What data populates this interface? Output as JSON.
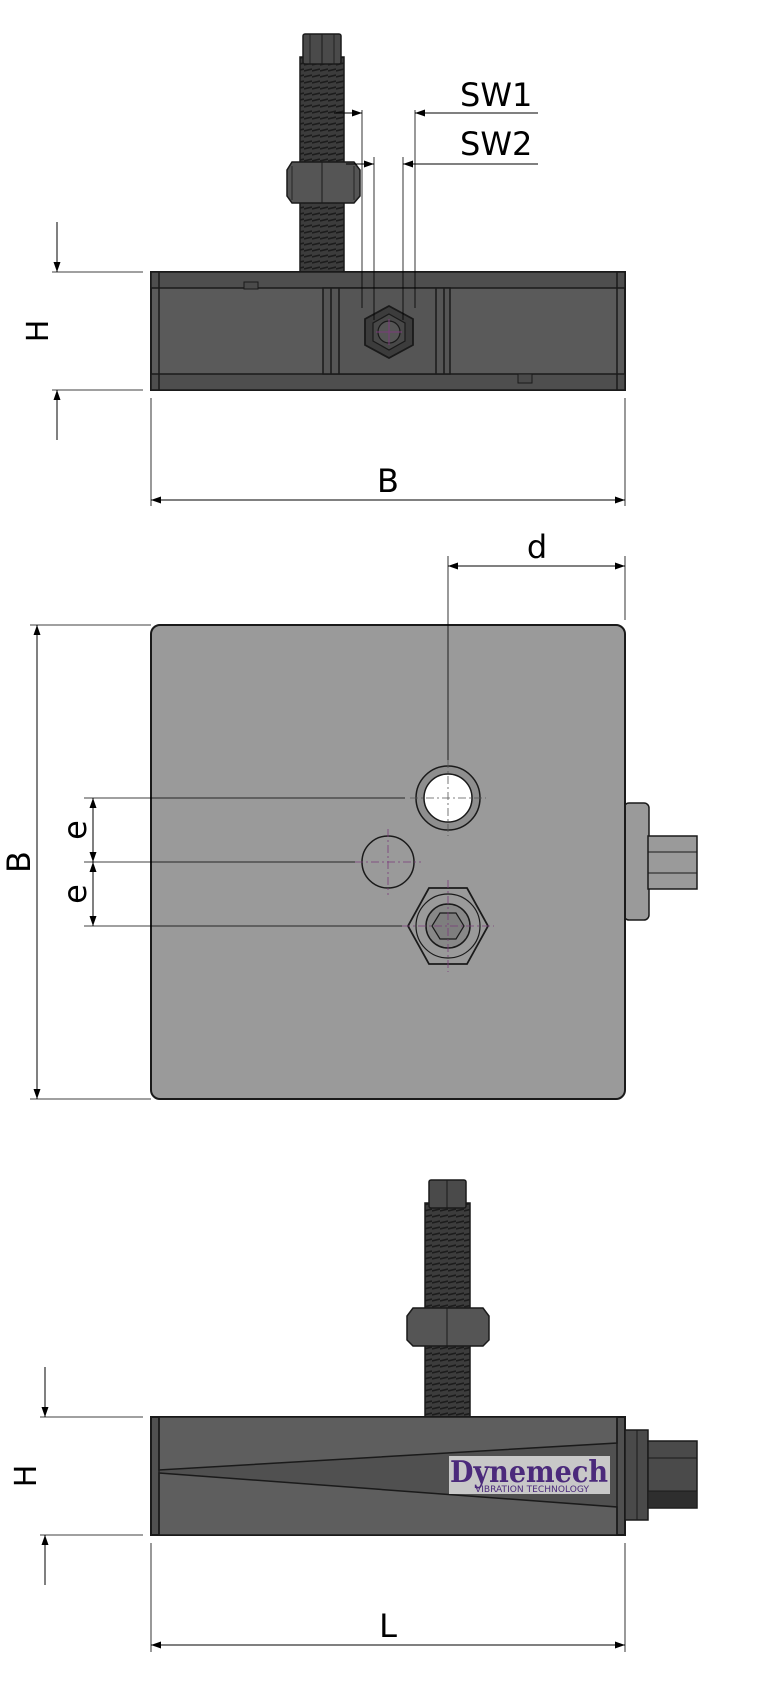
{
  "labels": {
    "sw1": "SW1",
    "sw2": "SW2",
    "h_top": "H",
    "b_top": "B",
    "d": "d",
    "b_plan": "B",
    "e_upper": "e",
    "e_lower": "e",
    "h_bottom": "H",
    "l": "L"
  },
  "logo": {
    "name": "Dynemech",
    "tagline": "VIBRATION TECHNOLOGY"
  },
  "colors": {
    "body_dark": "#5a5a5a",
    "body_plan": "#9a9a9a",
    "steel": "#404040",
    "outline": "#1a1a1a",
    "logo_text": "#4b2a7b",
    "logo_bg": "#c8c8c8",
    "center_mark": "#7a3b7a"
  },
  "icons": {
    "arrow": "filled-triangle-arrowhead"
  }
}
